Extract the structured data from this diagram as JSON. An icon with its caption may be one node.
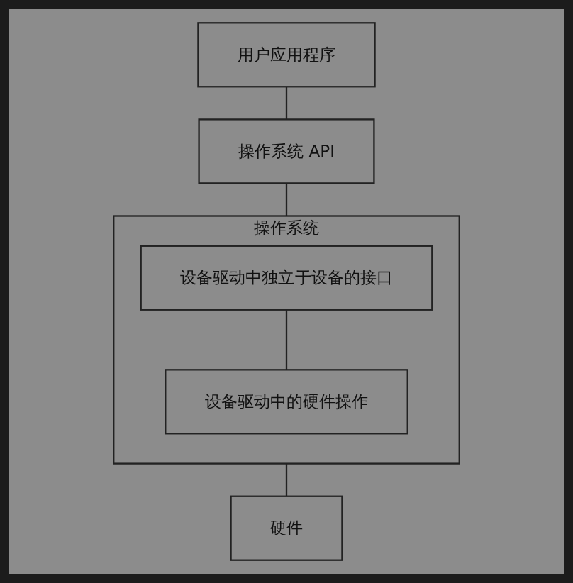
{
  "diagram": {
    "nodes": [
      {
        "text": [
          "用户应用程序"
        ]
      },
      {
        "text": [
          "操作系统 API"
        ]
      },
      {
        "text": [
          "操作系统"
        ]
      },
      {
        "text": [
          "设备驱动中独立于设备的接口"
        ],
        "in": 2
      },
      {
        "text": [
          "设备驱动中的硬件操作"
        ],
        "in": 2
      },
      {
        "text": [
          "硬件"
        ]
      }
    ],
    "edges": [
      {
        "from": 0,
        "to": 1,
        "arrow": "none"
      },
      {
        "from": 1,
        "to": 2,
        "arrow": "none"
      },
      {
        "from": 3,
        "to": 4,
        "arrow": "none"
      },
      {
        "from": 2,
        "to": 5,
        "arrow": "none"
      }
    ]
  }
}
